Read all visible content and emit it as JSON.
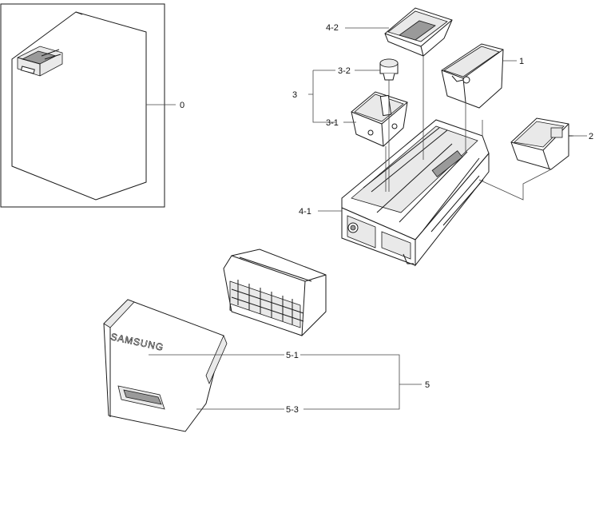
{
  "brand_text": "SAMSUNG",
  "callouts": {
    "c0": "0",
    "c1": "1",
    "c2": "2",
    "c3": "3",
    "c3_1": "3-1",
    "c3_2": "3-2",
    "c4_1": "4-1",
    "c4_2": "4-2",
    "c5": "5",
    "c5_1": "5-1",
    "c5_3": "5-3"
  }
}
